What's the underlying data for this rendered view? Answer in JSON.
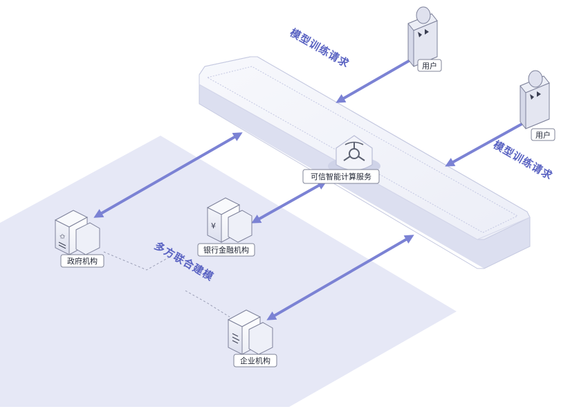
{
  "nodes": {
    "user_top": "用户",
    "user_right": "用户",
    "service": "可信智能计算服务",
    "gov": "政府机构",
    "bank": "银行金融机构",
    "enterprise": "企业机构"
  },
  "annotations": {
    "request_top": "模型训练请求",
    "request_right": "模型训练请求",
    "joint_modeling": "多方联合建模"
  },
  "icons": {
    "bank_symbol": "¥"
  },
  "colors": {
    "arrow": "#7b82d4",
    "label_text": "#5a63c2",
    "platform_fill": "#e2e4f3",
    "region_fill": "#e6e8f6"
  }
}
